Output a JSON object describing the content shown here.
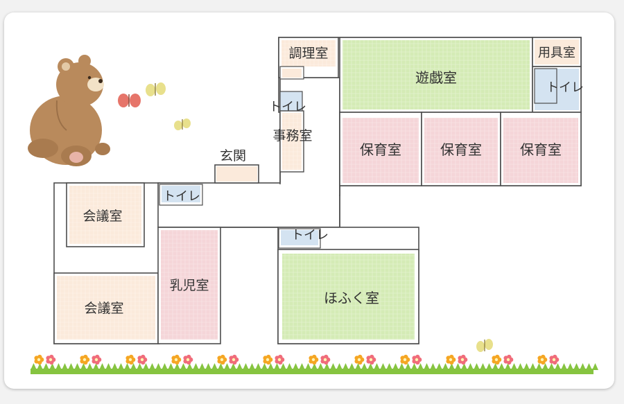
{
  "rooms": {
    "kitchen": "調理室",
    "playroom": "遊戯室",
    "storage": "用具室",
    "toilet": "トイレ",
    "office": "事務室",
    "nursery": "保育室",
    "entrance": "玄関",
    "meeting": "会議室",
    "infant": "乳児室",
    "hofuku": "ほふく室"
  },
  "colors": {
    "green_room": "#d4ebb5",
    "pink_room": "#f5d5d8",
    "beige_room": "#fbeadb",
    "blue_room": "#d4e3f1",
    "wall": "#4d4d4d",
    "grass": "#86c440"
  },
  "decorations": {
    "bear": "bear-illustration",
    "butterflies": [
      "red-butterfly",
      "yellow-butterfly",
      "yellow-butterfly",
      "yellow-butterfly"
    ],
    "flowers": "flower-border"
  }
}
